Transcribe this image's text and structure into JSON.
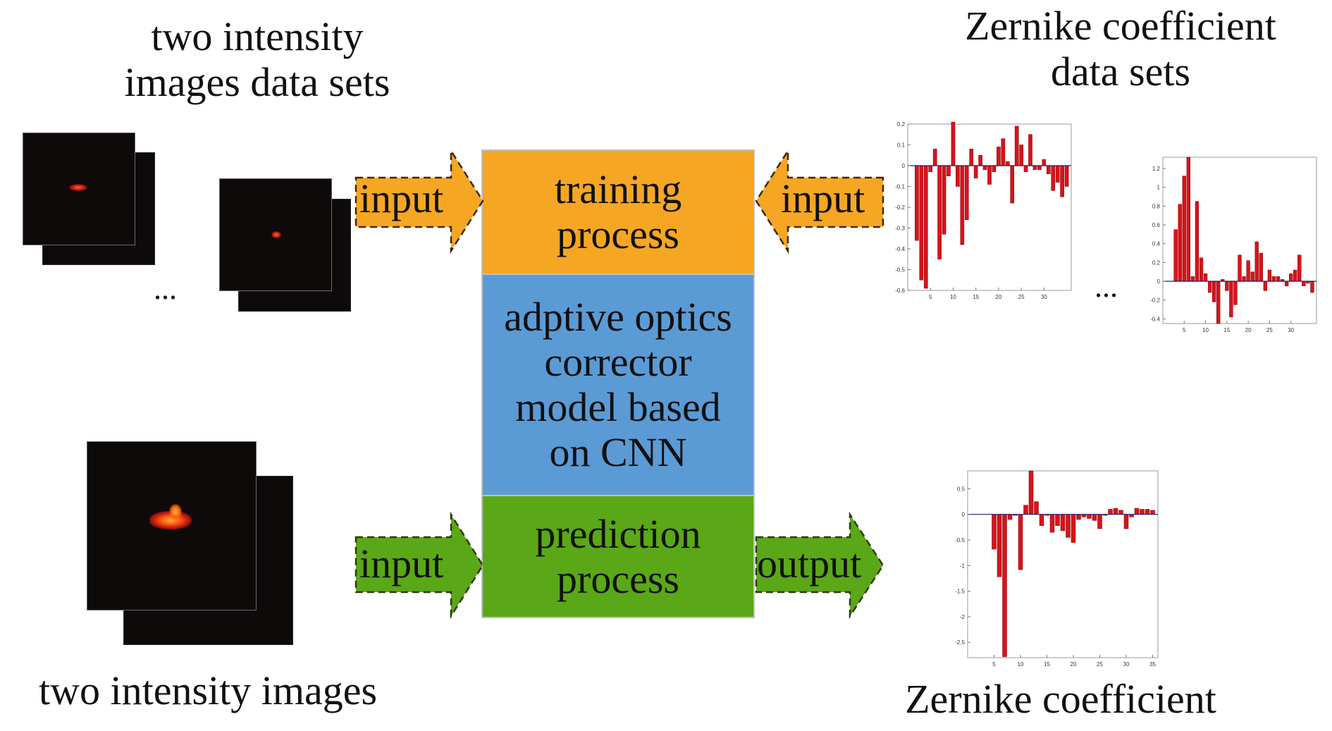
{
  "captions": {
    "top_left": "two intensity\nimages data sets",
    "top_right": "Zernike coefficient\ndata sets",
    "bottom_left": "two intensity images",
    "bottom_right": "Zernike coefficient"
  },
  "ellipsis": "...",
  "center": {
    "training": "training\nprocess",
    "model": "adptive optics\ncorrector\nmodel based\non CNN",
    "prediction": "prediction\nprocess"
  },
  "arrows": {
    "left_training": "input",
    "right_training": "input",
    "left_prediction": "input",
    "right_prediction": "output"
  },
  "colors": {
    "training": "#f5a623",
    "model": "#5b9bd5",
    "prediction": "#5aa817",
    "bar": "#d9121a"
  },
  "chart_data": [
    {
      "type": "bar",
      "x": [
        1,
        2,
        3,
        4,
        5,
        6,
        7,
        8,
        9,
        10,
        11,
        12,
        13,
        14,
        15,
        16,
        17,
        18,
        19,
        20,
        21,
        22,
        23,
        24,
        25,
        26,
        27,
        28,
        29,
        30,
        31,
        32,
        33,
        34,
        35
      ],
      "values": [
        0,
        -0.36,
        -0.55,
        -0.59,
        -0.03,
        0.08,
        -0.45,
        -0.33,
        -0.05,
        0.21,
        -0.1,
        -0.38,
        -0.26,
        0.08,
        -0.06,
        0.05,
        -0.02,
        -0.09,
        -0.03,
        0.09,
        0.13,
        0.02,
        -0.18,
        0.19,
        0.1,
        -0.03,
        0.15,
        -0.02,
        -0.02,
        0.03,
        -0.04,
        -0.12,
        -0.08,
        -0.15,
        -0.1
      ],
      "xlim": [
        0,
        36
      ],
      "ylim": [
        -0.6,
        0.2
      ],
      "xticks": [
        5,
        10,
        15,
        20,
        25,
        30
      ],
      "yticks": [
        0.2,
        0.1,
        0,
        -0.1,
        -0.2,
        -0.3,
        -0.4,
        -0.5,
        -0.6
      ],
      "ytick_labels": [
        "0.2",
        "0.1",
        "0",
        "-0.1",
        "-0.2",
        "-0.3",
        "-0.4",
        "-0.5",
        "-0.6"
      ]
    },
    {
      "type": "bar",
      "x": [
        1,
        2,
        3,
        4,
        5,
        6,
        7,
        8,
        9,
        10,
        11,
        12,
        13,
        14,
        15,
        16,
        17,
        18,
        19,
        20,
        21,
        22,
        23,
        24,
        25,
        26,
        27,
        28,
        29,
        30,
        31,
        32,
        33,
        34,
        35
      ],
      "values": [
        0,
        0,
        0.55,
        0.82,
        1.12,
        1.32,
        0.05,
        0.85,
        0.25,
        0.08,
        -0.12,
        -0.22,
        -0.45,
        0.02,
        -0.1,
        -0.38,
        -0.25,
        0.28,
        0.05,
        0.22,
        0.1,
        0.42,
        0.3,
        -0.1,
        0.12,
        0.05,
        0.05,
        0.02,
        -0.05,
        0.08,
        0.12,
        0.28,
        -0.05,
        -0.02,
        -0.12
      ],
      "xlim": [
        0,
        36
      ],
      "ylim": [
        -0.45,
        1.32
      ],
      "xticks": [
        5,
        10,
        15,
        20,
        25,
        30
      ],
      "yticks": [
        1.2,
        1,
        0.8,
        0.6,
        0.4,
        0.2,
        0,
        -0.2,
        -0.4
      ],
      "ytick_labels": [
        "1.2",
        "1",
        "0.8",
        "0.6",
        "0.4",
        "0.2",
        "0",
        "-0.2",
        "-0.4"
      ]
    },
    {
      "type": "bar",
      "x": [
        1,
        2,
        3,
        4,
        5,
        6,
        7,
        8,
        9,
        10,
        11,
        12,
        13,
        14,
        15,
        16,
        17,
        18,
        19,
        20,
        21,
        22,
        23,
        24,
        25,
        26,
        27,
        28,
        29,
        30,
        31,
        32,
        33,
        34,
        35
      ],
      "values": [
        0,
        0,
        0,
        0,
        -0.68,
        -1.22,
        -2.78,
        -0.1,
        -0.02,
        -1.08,
        0.18,
        0.85,
        0.25,
        -0.22,
        -0.02,
        -0.35,
        -0.22,
        -0.32,
        -0.45,
        -0.55,
        -0.1,
        -0.05,
        -0.08,
        -0.12,
        -0.28,
        -0.02,
        0.1,
        0.12,
        0.08,
        -0.28,
        -0.05,
        0.12,
        0.1,
        0.1,
        0.08
      ],
      "xlim": [
        0,
        36
      ],
      "ylim": [
        -2.8,
        0.85
      ],
      "xticks": [
        5,
        10,
        15,
        20,
        25,
        30,
        35
      ],
      "yticks": [
        0.5,
        0,
        -0.5,
        -1,
        -1.5,
        -2,
        -2.5
      ],
      "ytick_labels": [
        "0.5",
        "0",
        "-0.5",
        "-1",
        "-1.5",
        "-2",
        "-2.5"
      ]
    }
  ]
}
